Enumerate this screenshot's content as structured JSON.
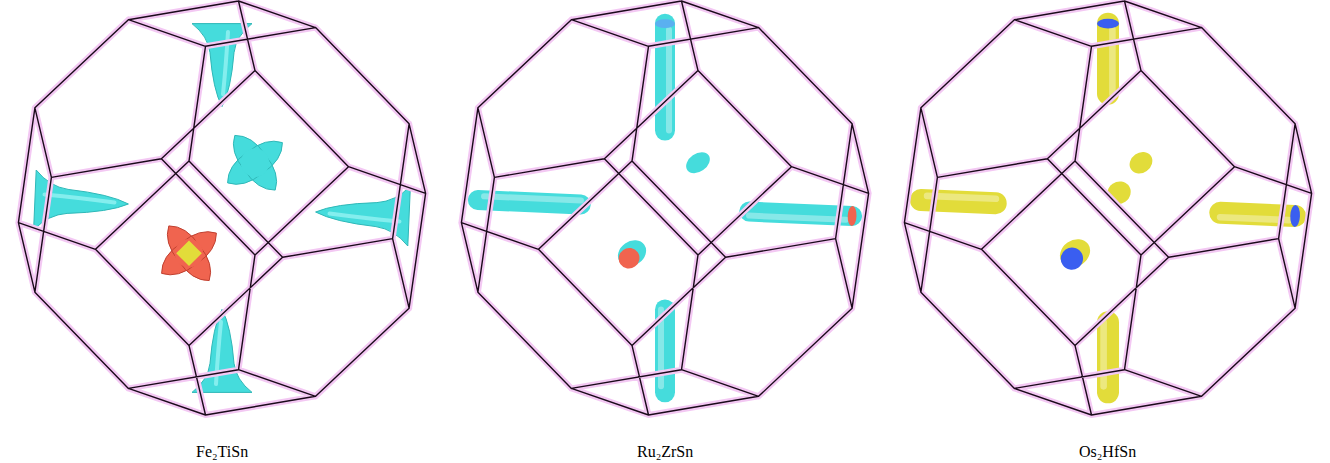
{
  "diagram": {
    "labels": [
      "Fe₂TiSn",
      "Ru₂ZrSn",
      "Os₂HfSn"
    ]
  }
}
